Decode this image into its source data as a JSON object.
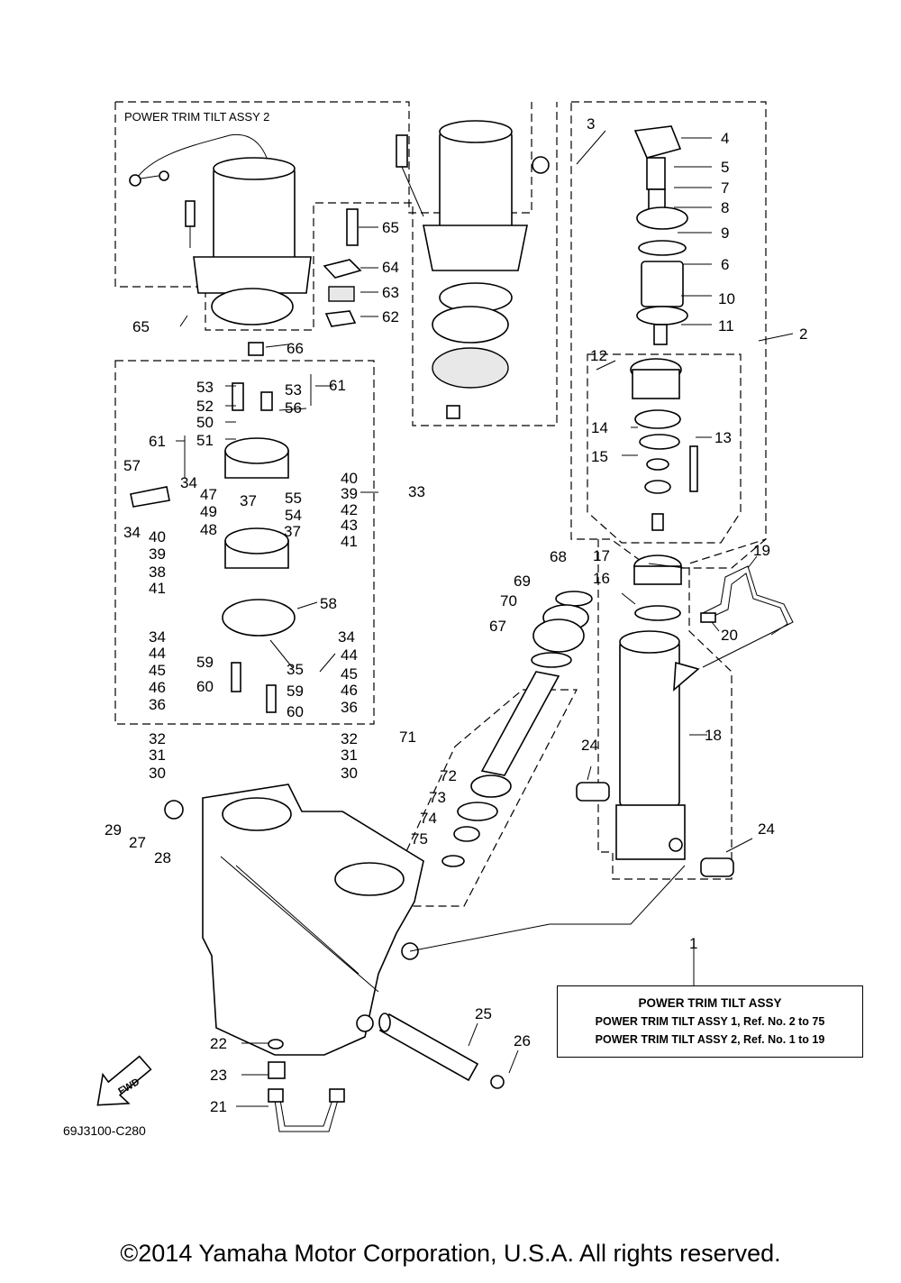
{
  "assy_box_label": "POWER TRIM TILT ASSY 2",
  "title_box": {
    "main": "POWER TRIM TILT ASSY",
    "line1": "POWER TRIM TILT ASSY 1,  Ref. No. 2 to 75",
    "line2": "POWER TRIM TILT ASSY 2,  Ref. No. 1 to 19"
  },
  "fwd_label": "FWD",
  "part_code": "69J3100-C280",
  "copyright": "©2014 Yamaha Motor Corporation, U.S.A. All rights reserved.",
  "callouts": [
    "1",
    "2",
    "3",
    "4",
    "5",
    "6",
    "7",
    "8",
    "9",
    "10",
    "11",
    "12",
    "13",
    "14",
    "15",
    "16",
    "17",
    "18",
    "19",
    "20",
    "21",
    "22",
    "23",
    "24",
    "24",
    "25",
    "26",
    "27",
    "28",
    "29",
    "30",
    "30",
    "31",
    "31",
    "32",
    "32",
    "33",
    "34",
    "34",
    "34",
    "34",
    "35",
    "36",
    "36",
    "37",
    "37",
    "38",
    "39",
    "39",
    "40",
    "40",
    "41",
    "41",
    "42",
    "43",
    "44",
    "44",
    "45",
    "45",
    "46",
    "46",
    "47",
    "48",
    "49",
    "50",
    "51",
    "52",
    "53",
    "53",
    "54",
    "55",
    "56",
    "57",
    "58",
    "59",
    "59",
    "60",
    "60",
    "61",
    "61",
    "62",
    "63",
    "64",
    "65",
    "65",
    "66",
    "67",
    "68",
    "69",
    "70",
    "71",
    "72",
    "73",
    "74",
    "75"
  ],
  "colors": {
    "ink": "#000000",
    "paper": "#ffffff"
  }
}
